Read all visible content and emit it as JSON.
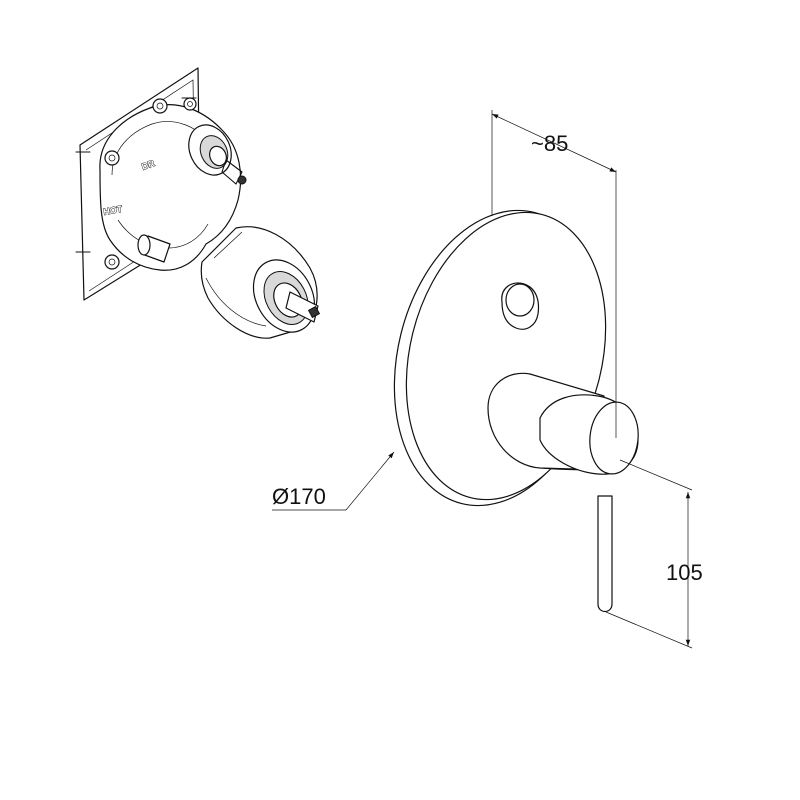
{
  "dimensions": {
    "depth": "~85",
    "diameter": "Ø170",
    "height": "105"
  },
  "valve_markings": {
    "diverter": "DR",
    "hot": "HOT"
  },
  "colors": {
    "line": "#111111",
    "background": "#ffffff",
    "shade": "#d9d9d9"
  }
}
